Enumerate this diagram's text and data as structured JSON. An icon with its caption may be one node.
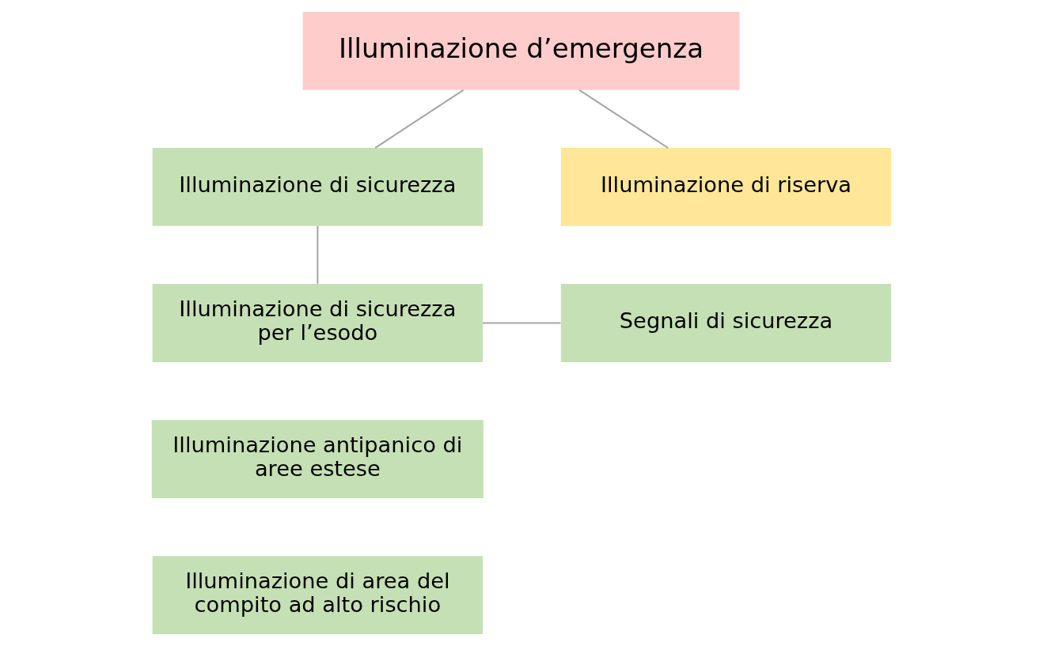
{
  "diagram": {
    "nodes": [
      {
        "text": [
          "Illuminazione d’emergenza"
        ]
      },
      {
        "text": [
          "Illuminazione di sicurezza"
        ]
      },
      {
        "text": [
          "Illuminazione di riserva"
        ]
      },
      {
        "text": [
          "Illuminazione di sicurezza per l’esodo"
        ]
      },
      {
        "text": [
          "Segnali di sicurezza"
        ]
      },
      {
        "text": [
          "Illuminazione antipanico di aree estese"
        ]
      },
      {
        "text": [
          "Illuminazione di area del compito ad alto rischio"
        ]
      }
    ],
    "edges": [
      {
        "from": 0,
        "to": 1,
        "arrow": "none"
      },
      {
        "from": 0,
        "to": 2,
        "arrow": "none"
      },
      {
        "from": 1,
        "to": 3,
        "arrow": "none"
      },
      {
        "from": 3,
        "to": 4,
        "arrow": "none"
      }
    ]
  }
}
